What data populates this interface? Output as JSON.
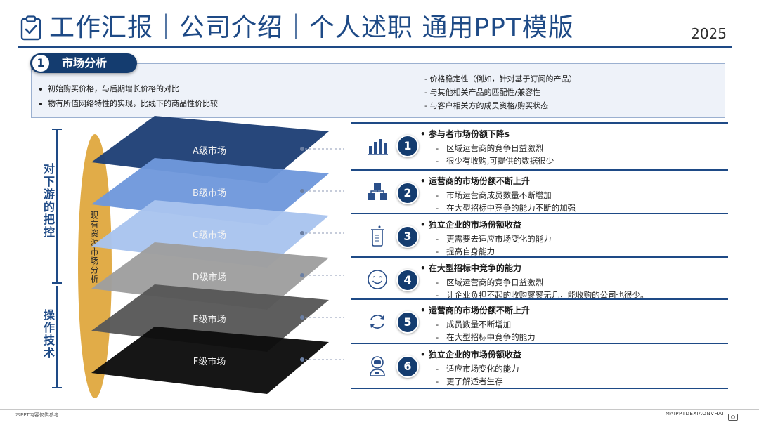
{
  "header": {
    "title": "工作汇报｜公司介绍｜个人述职 通用PPT模版",
    "year": "2025",
    "icon": "clipboard-check-icon"
  },
  "section": {
    "number": "1",
    "label": "市场分析",
    "left_points": [
      "初始购买价格，与后期增长价格的对比",
      "物有所值网络特性的实现，比线下的商品性价比较"
    ],
    "right_points": [
      "- 价格稳定性（例如，针对基于订阅的产品）",
      "- 与其他相关产品的匹配性/兼容性",
      "- 与客户相关方的成员资格/购买状态"
    ]
  },
  "side": {
    "upper_label": "对下游的把控",
    "lower_label": "操作技术",
    "oval_label": "现有资源市场分析"
  },
  "layers": [
    {
      "label": "A级市场",
      "color": "#1e3f76"
    },
    {
      "label": "B级市场",
      "color": "#6f98dc"
    },
    {
      "label": "C级市场",
      "color": "#a9c4ee"
    },
    {
      "label": "D级市场",
      "color": "#9e9e9e"
    },
    {
      "label": "E级市场",
      "color": "#575757"
    },
    {
      "label": "F级市场",
      "color": "#0c0c0c"
    }
  ],
  "items": [
    {
      "num": "1",
      "icon": "bar-chart-icon",
      "title": "参与者市场份额下降s",
      "subs": [
        "区域运营商的竞争日益激烈",
        "很少有收购,可提供的数据很少"
      ]
    },
    {
      "num": "2",
      "icon": "cubes-icon",
      "title": "运营商的市场份额不断上升",
      "subs": [
        "市场运营商成员数量不断增加",
        "在大型招标中竞争的能力不断的加强"
      ]
    },
    {
      "num": "3",
      "icon": "beaker-icon",
      "title": "独立企业的市场份额收益",
      "subs": [
        "更需要去适应市场变化的能力",
        "提高自身能力"
      ]
    },
    {
      "num": "4",
      "icon": "smile-icon",
      "title": "在大型招标中竞争的能力",
      "subs": [
        "区域运营商的竞争日益激烈",
        "让企业负担不起的收购寥寥无几，能收购的公司也很少。"
      ]
    },
    {
      "num": "5",
      "icon": "refresh-icon",
      "title": "运营商的市场份额不断上升",
      "subs": [
        "成员数量不断增加",
        "在大型招标中竞争的能力"
      ]
    },
    {
      "num": "6",
      "icon": "astronaut-icon",
      "title": "独立企业的市场份额收益",
      "subs": [
        "适应市场变化的能力",
        "更了解适者生存"
      ]
    }
  ],
  "footer": {
    "left": "本PPT内容仅供参考",
    "right": "MAIPPTDEXIAONVHAI"
  }
}
